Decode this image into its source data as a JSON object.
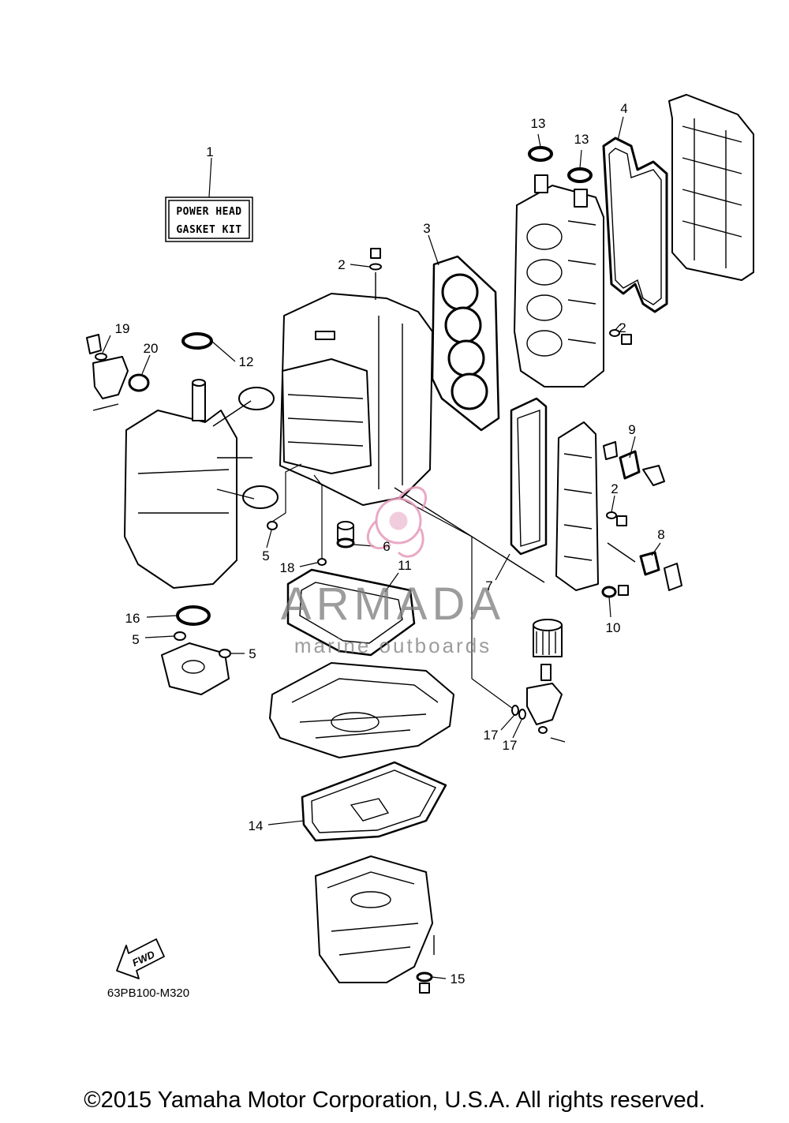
{
  "kit_label": {
    "line1": "POWER HEAD",
    "line2": "GASKET KIT"
  },
  "fwd_label": "FWD",
  "diagram_code": "63PB100-M320",
  "watermark": {
    "brand": "ARMADA",
    "tagline": "marine outboards",
    "color": "#e59abb"
  },
  "callouts": {
    "c1": "1",
    "c2a": "2",
    "c2b": "2",
    "c2c": "2",
    "c3": "3",
    "c4": "4",
    "c5a": "5",
    "c5b": "5",
    "c5c": "5",
    "c6": "6",
    "c7": "7",
    "c8": "8",
    "c9": "9",
    "c10": "10",
    "c11": "11",
    "c12": "12",
    "c13a": "13",
    "c13b": "13",
    "c14": "14",
    "c15": "15",
    "c16": "16",
    "c17a": "17",
    "c17b": "17",
    "c18": "18",
    "c19": "19",
    "c20": "20"
  },
  "copyright": "©2015 Yamaha Motor Corporation, U.S.A. All rights reserved."
}
